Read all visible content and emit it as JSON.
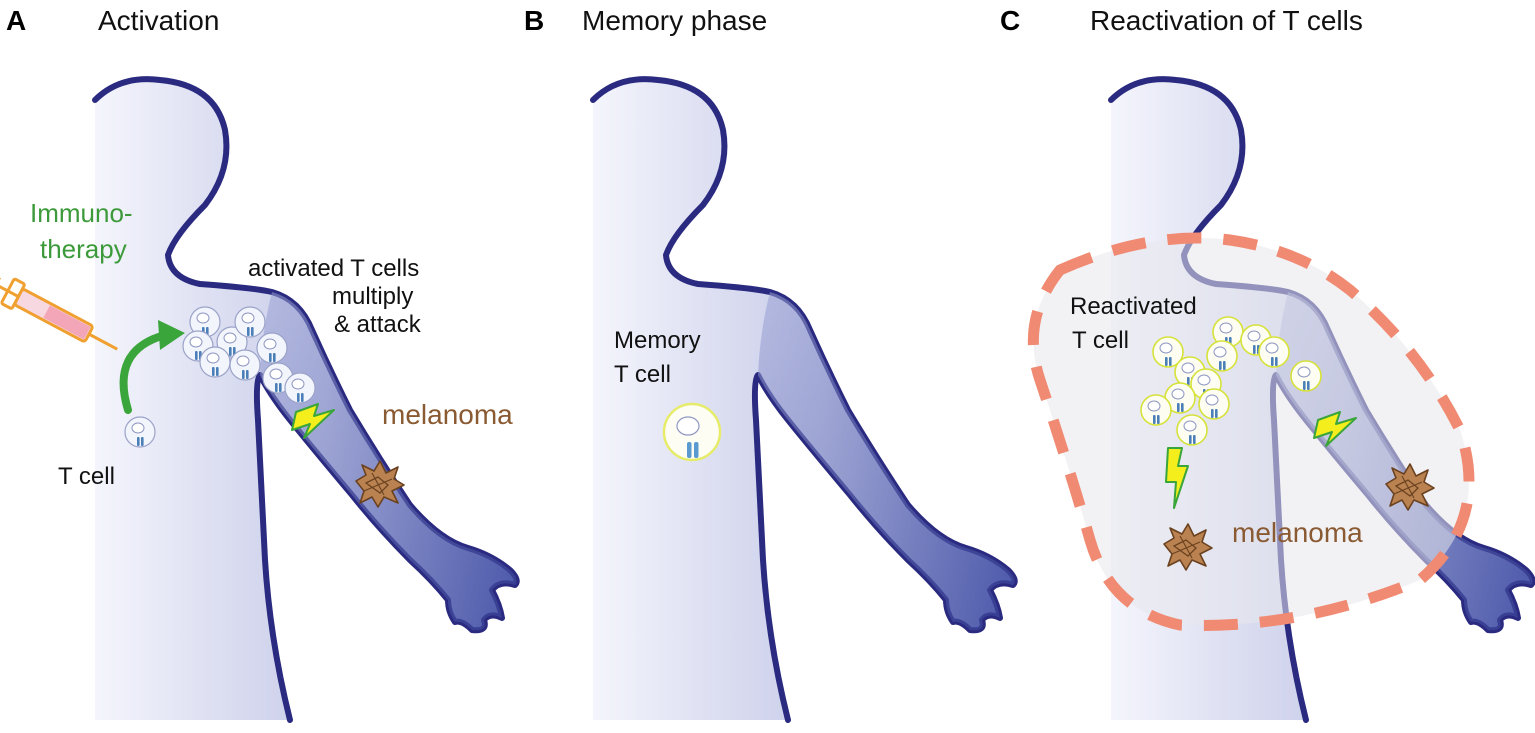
{
  "panels": [
    {
      "letter": "A",
      "title": "Activation"
    },
    {
      "letter": "B",
      "title": "Memory phase"
    },
    {
      "letter": "C",
      "title": "Reactivation of T cells"
    }
  ],
  "labels": {
    "immuno_line1": "Immuno-",
    "immuno_line2": "therapy",
    "activated_line1": "activated T cells",
    "activated_line2": "multiply",
    "activated_line3": "& attack",
    "melanoma_a": "melanoma",
    "tcell": "T cell",
    "memory_line1": "Memory",
    "memory_line2": "T cell",
    "reactivated_line1": "Reactivated",
    "reactivated_line2": "T cell",
    "melanoma_c": "melanoma"
  },
  "colors": {
    "body_outline": "#2a2a80",
    "body_fill_light": "#eef0fa",
    "body_fill_dark": "#5a66b4",
    "arrow_green": "#3aa53a",
    "melanoma_brown": "#8a5a32",
    "lightning_yellow": "#f2ee1a",
    "lightning_green": "#3aa53a",
    "dashed_outline": "#f08a72",
    "memory_ring": "#e6ec6a",
    "syringe_orange": "#f0a030"
  },
  "icons": [
    "syringe-icon",
    "arrow-icon",
    "t-cell-icon",
    "lightning-icon",
    "melanoma-icon"
  ]
}
